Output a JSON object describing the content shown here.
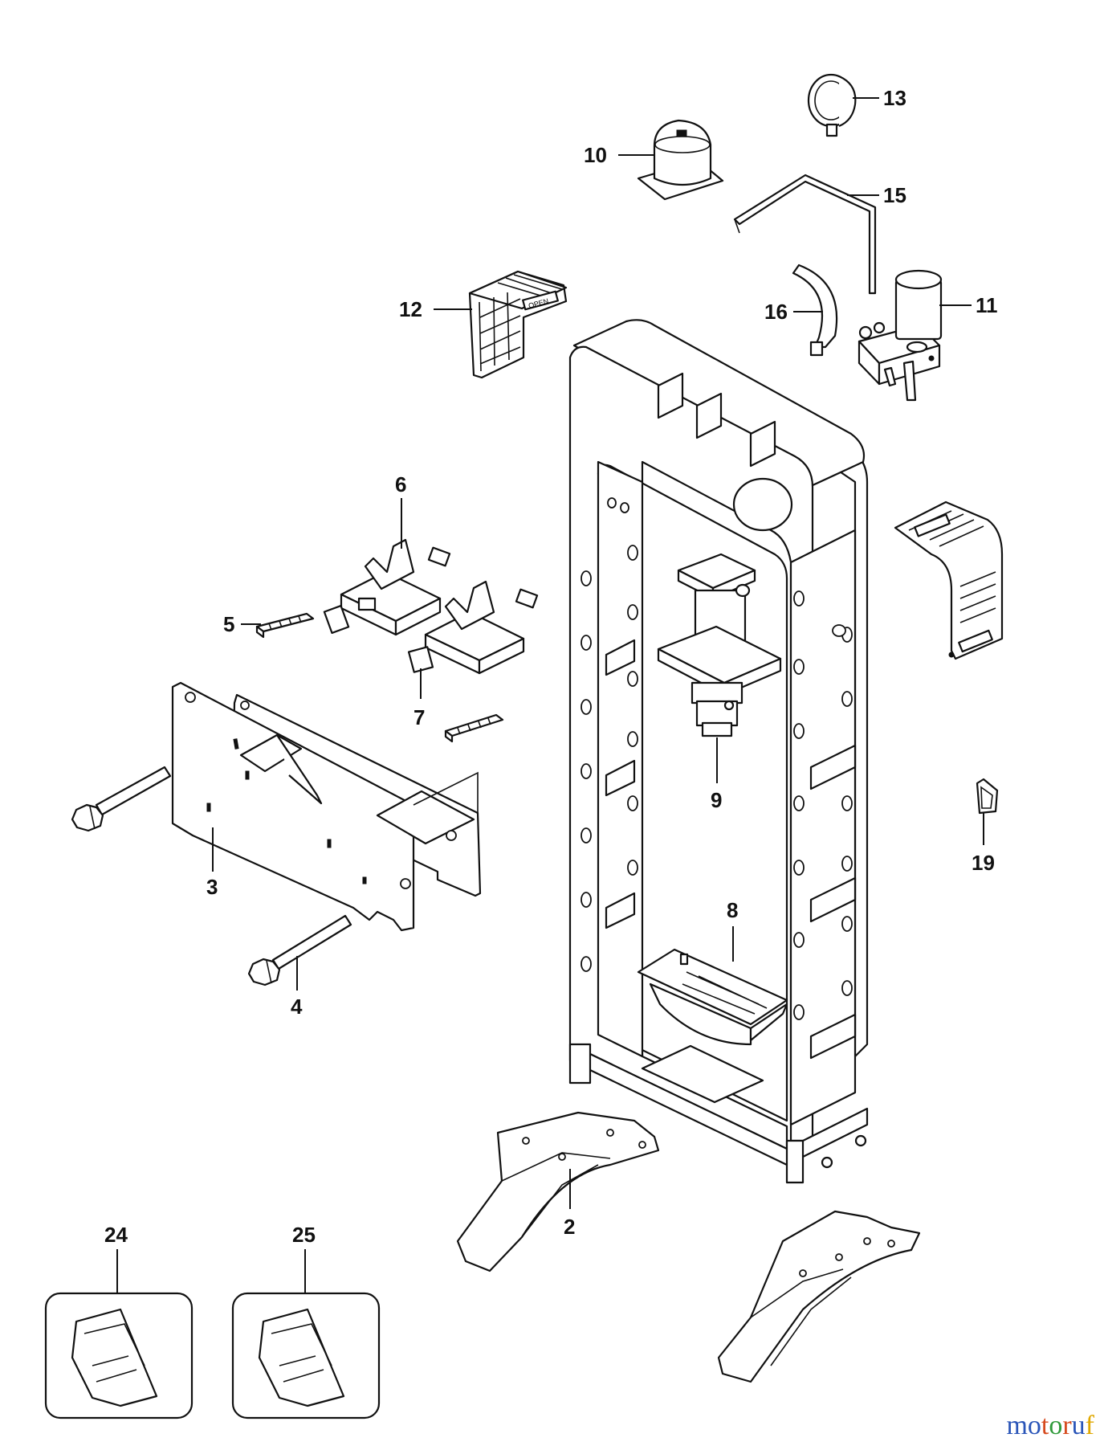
{
  "callouts": [
    {
      "id": "p13",
      "label": "13"
    },
    {
      "id": "p10",
      "label": "10"
    },
    {
      "id": "p15",
      "label": "15"
    },
    {
      "id": "p12",
      "label": "12"
    },
    {
      "id": "p16",
      "label": "16"
    },
    {
      "id": "p11",
      "label": "11"
    },
    {
      "id": "p6",
      "label": "6"
    },
    {
      "id": "p5",
      "label": "5"
    },
    {
      "id": "p7",
      "label": "7"
    },
    {
      "id": "p9",
      "label": "9"
    },
    {
      "id": "p3",
      "label": "3"
    },
    {
      "id": "p19",
      "label": "19"
    },
    {
      "id": "p8",
      "label": "8"
    },
    {
      "id": "p4",
      "label": "4"
    },
    {
      "id": "p2",
      "label": "2"
    },
    {
      "id": "p24",
      "label": "24"
    },
    {
      "id": "p25",
      "label": "25"
    }
  ],
  "guard_text": "OPEN",
  "watermark": {
    "text": "motoruf",
    "letter_colors": [
      "#2a55b8",
      "#2a55b8",
      "#d64a1e",
      "#2f9a3a",
      "#d64a1e",
      "#2a55b8",
      "#e0a800"
    ]
  }
}
